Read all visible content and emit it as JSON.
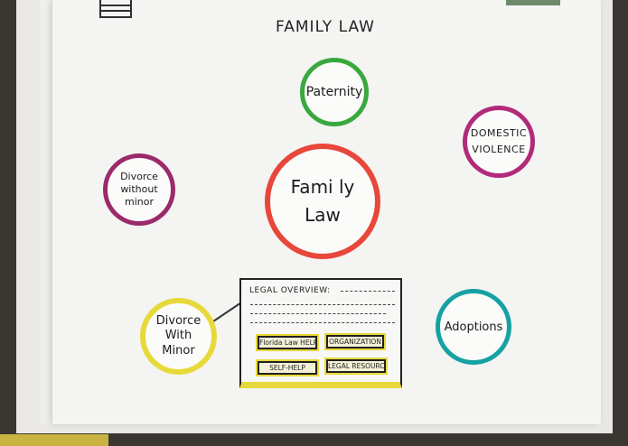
{
  "title": "FAMILY LAW",
  "center": {
    "line1": "Fami ly",
    "line2": "Law"
  },
  "nodes": {
    "paternity": "Paternity",
    "domestic_violence": {
      "line1": "DOMESTIC",
      "line2": "VIOLENCE"
    },
    "divorce_without_minor": {
      "line1": "Divorce",
      "line2": "without",
      "line3": "minor"
    },
    "divorce_with_minor": {
      "line1": "Divorce",
      "line2": "With",
      "line3": "Minor"
    },
    "adoptions": "Adoptions"
  },
  "overview_panel": {
    "title": "LEGAL OVERVIEW:",
    "buttons": {
      "florida_law_help": "Florida Law HELP",
      "organization": "ORGANIZATION",
      "self_help": "SELF-HELP",
      "legal_resource": "LEGAL RESOURCE"
    }
  },
  "colors": {
    "paternity": "#3aa83e",
    "domestic_violence": "#b22a7a",
    "divorce_without_minor": "#9b2a6a",
    "family_law": "#e8473b",
    "divorce_with_minor": "#e7d93a",
    "adoptions": "#16a1a3"
  }
}
